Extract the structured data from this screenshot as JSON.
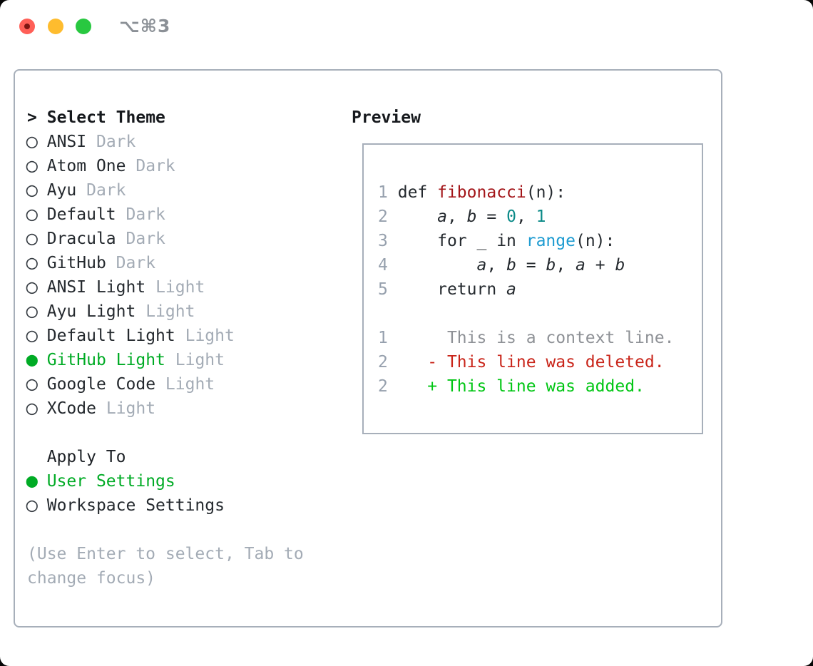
{
  "window": {
    "title": "⌥⌘3"
  },
  "glyphs": {
    "prompt": ">",
    "radio_selected": "●",
    "radio_unselected": "○"
  },
  "colors": {
    "selection_green": "#00ab25",
    "added_green": "#00c613",
    "deleted_red": "#c9251a",
    "context_gray": "#8e9196",
    "function_red": "#a31519",
    "number_teal": "#0b8a88",
    "builtin_blue": "#1d9bd1",
    "muted_gray": "#a3abb5",
    "line_number_gray": "#96a0ad",
    "panel_border": "#a7afba",
    "traffic_red": "#ff5f57",
    "traffic_yellow": "#febc2e",
    "traffic_green": "#28c840"
  },
  "panel": {
    "theme_selector": {
      "header": "Select Theme",
      "items": [
        {
          "name": "ANSI",
          "variant": "Dark",
          "selected": false
        },
        {
          "name": "Atom One",
          "variant": "Dark",
          "selected": false
        },
        {
          "name": "Ayu",
          "variant": "Dark",
          "selected": false
        },
        {
          "name": "Default",
          "variant": "Dark",
          "selected": false
        },
        {
          "name": "Dracula",
          "variant": "Dark",
          "selected": false
        },
        {
          "name": "GitHub",
          "variant": "Dark",
          "selected": false
        },
        {
          "name": "ANSI Light",
          "variant": "Light",
          "selected": false
        },
        {
          "name": "Ayu Light",
          "variant": "Light",
          "selected": false
        },
        {
          "name": "Default Light",
          "variant": "Light",
          "selected": false
        },
        {
          "name": "GitHub Light",
          "variant": "Light",
          "selected": true
        },
        {
          "name": "Google Code",
          "variant": "Light",
          "selected": false
        },
        {
          "name": "XCode",
          "variant": "Light",
          "selected": false
        }
      ]
    },
    "apply_to": {
      "header": "Apply To",
      "options": [
        {
          "name": "User Settings",
          "selected": true
        },
        {
          "name": "Workspace Settings",
          "selected": false
        }
      ]
    },
    "hint": [
      "(Use Enter to select, Tab to",
      "change focus)"
    ],
    "preview": {
      "header": "Preview",
      "code_lines": [
        {
          "num": "1",
          "tokens": [
            {
              "t": "def ",
              "c": "p"
            },
            {
              "t": "fibonacci",
              "c": "fn"
            },
            {
              "t": "(n):",
              "c": "p"
            }
          ]
        },
        {
          "num": "2",
          "tokens": [
            {
              "t": "    ",
              "c": "p"
            },
            {
              "t": "a",
              "c": "v"
            },
            {
              "t": ", ",
              "c": "p"
            },
            {
              "t": "b",
              "c": "v"
            },
            {
              "t": " = ",
              "c": "p"
            },
            {
              "t": "0",
              "c": "num"
            },
            {
              "t": ", ",
              "c": "p"
            },
            {
              "t": "1",
              "c": "num"
            }
          ]
        },
        {
          "num": "3",
          "tokens": [
            {
              "t": "    for _ in ",
              "c": "p"
            },
            {
              "t": "range",
              "c": "call"
            },
            {
              "t": "(n):",
              "c": "p"
            }
          ]
        },
        {
          "num": "4",
          "tokens": [
            {
              "t": "        ",
              "c": "p"
            },
            {
              "t": "a",
              "c": "v"
            },
            {
              "t": ", ",
              "c": "p"
            },
            {
              "t": "b",
              "c": "v"
            },
            {
              "t": " = ",
              "c": "p"
            },
            {
              "t": "b",
              "c": "v"
            },
            {
              "t": ", ",
              "c": "p"
            },
            {
              "t": "a",
              "c": "v"
            },
            {
              "t": " + ",
              "c": "p"
            },
            {
              "t": "b",
              "c": "v"
            }
          ]
        },
        {
          "num": "5",
          "tokens": [
            {
              "t": "    return ",
              "c": "p"
            },
            {
              "t": "a",
              "c": "v"
            }
          ]
        }
      ],
      "diff_lines": [
        {
          "num": "1",
          "marker": " ",
          "text": "This is a context line.",
          "type": "context"
        },
        {
          "num": "2",
          "marker": "-",
          "text": "This line was deleted.",
          "type": "deleted"
        },
        {
          "num": "2",
          "marker": "+",
          "text": "This line was added.",
          "type": "added"
        }
      ]
    }
  }
}
